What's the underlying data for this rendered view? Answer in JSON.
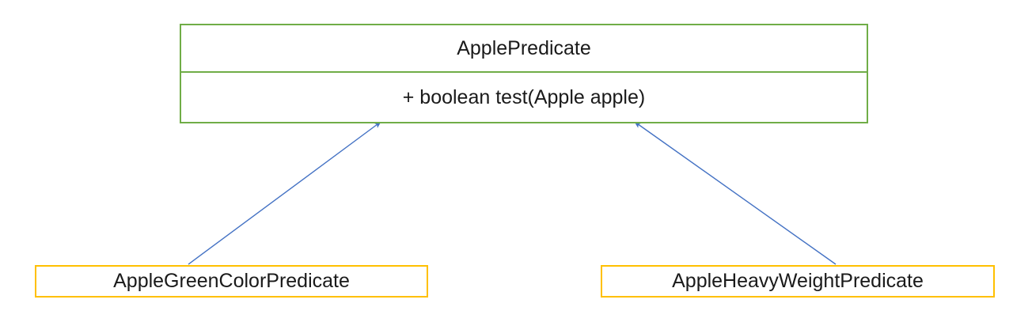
{
  "diagram": {
    "type": "uml-class-diagram",
    "background_color": "#FFFFFF",
    "interface": {
      "name": "ApplePredicate",
      "border_color": "#70AD47",
      "methods": [
        "+ boolean test(Apple apple)"
      ],
      "method_line": "+ boolean test(Apple apple)"
    },
    "implementations": [
      {
        "name": "AppleGreenColorPredicate",
        "border_color": "#FFC000"
      },
      {
        "name": "AppleHeavyWeightPredicate",
        "border_color": "#FFC000"
      }
    ],
    "connectors": [
      {
        "name": "green-color-realization-arrow",
        "from": "AppleGreenColorPredicate",
        "to": "ApplePredicate",
        "color": "#4472C4",
        "style": "solid-line-filled-arrowhead"
      },
      {
        "name": "heavy-weight-realization-arrow",
        "from": "AppleHeavyWeightPredicate",
        "to": "ApplePredicate",
        "color": "#4472C4",
        "style": "solid-line-filled-arrowhead"
      }
    ]
  }
}
